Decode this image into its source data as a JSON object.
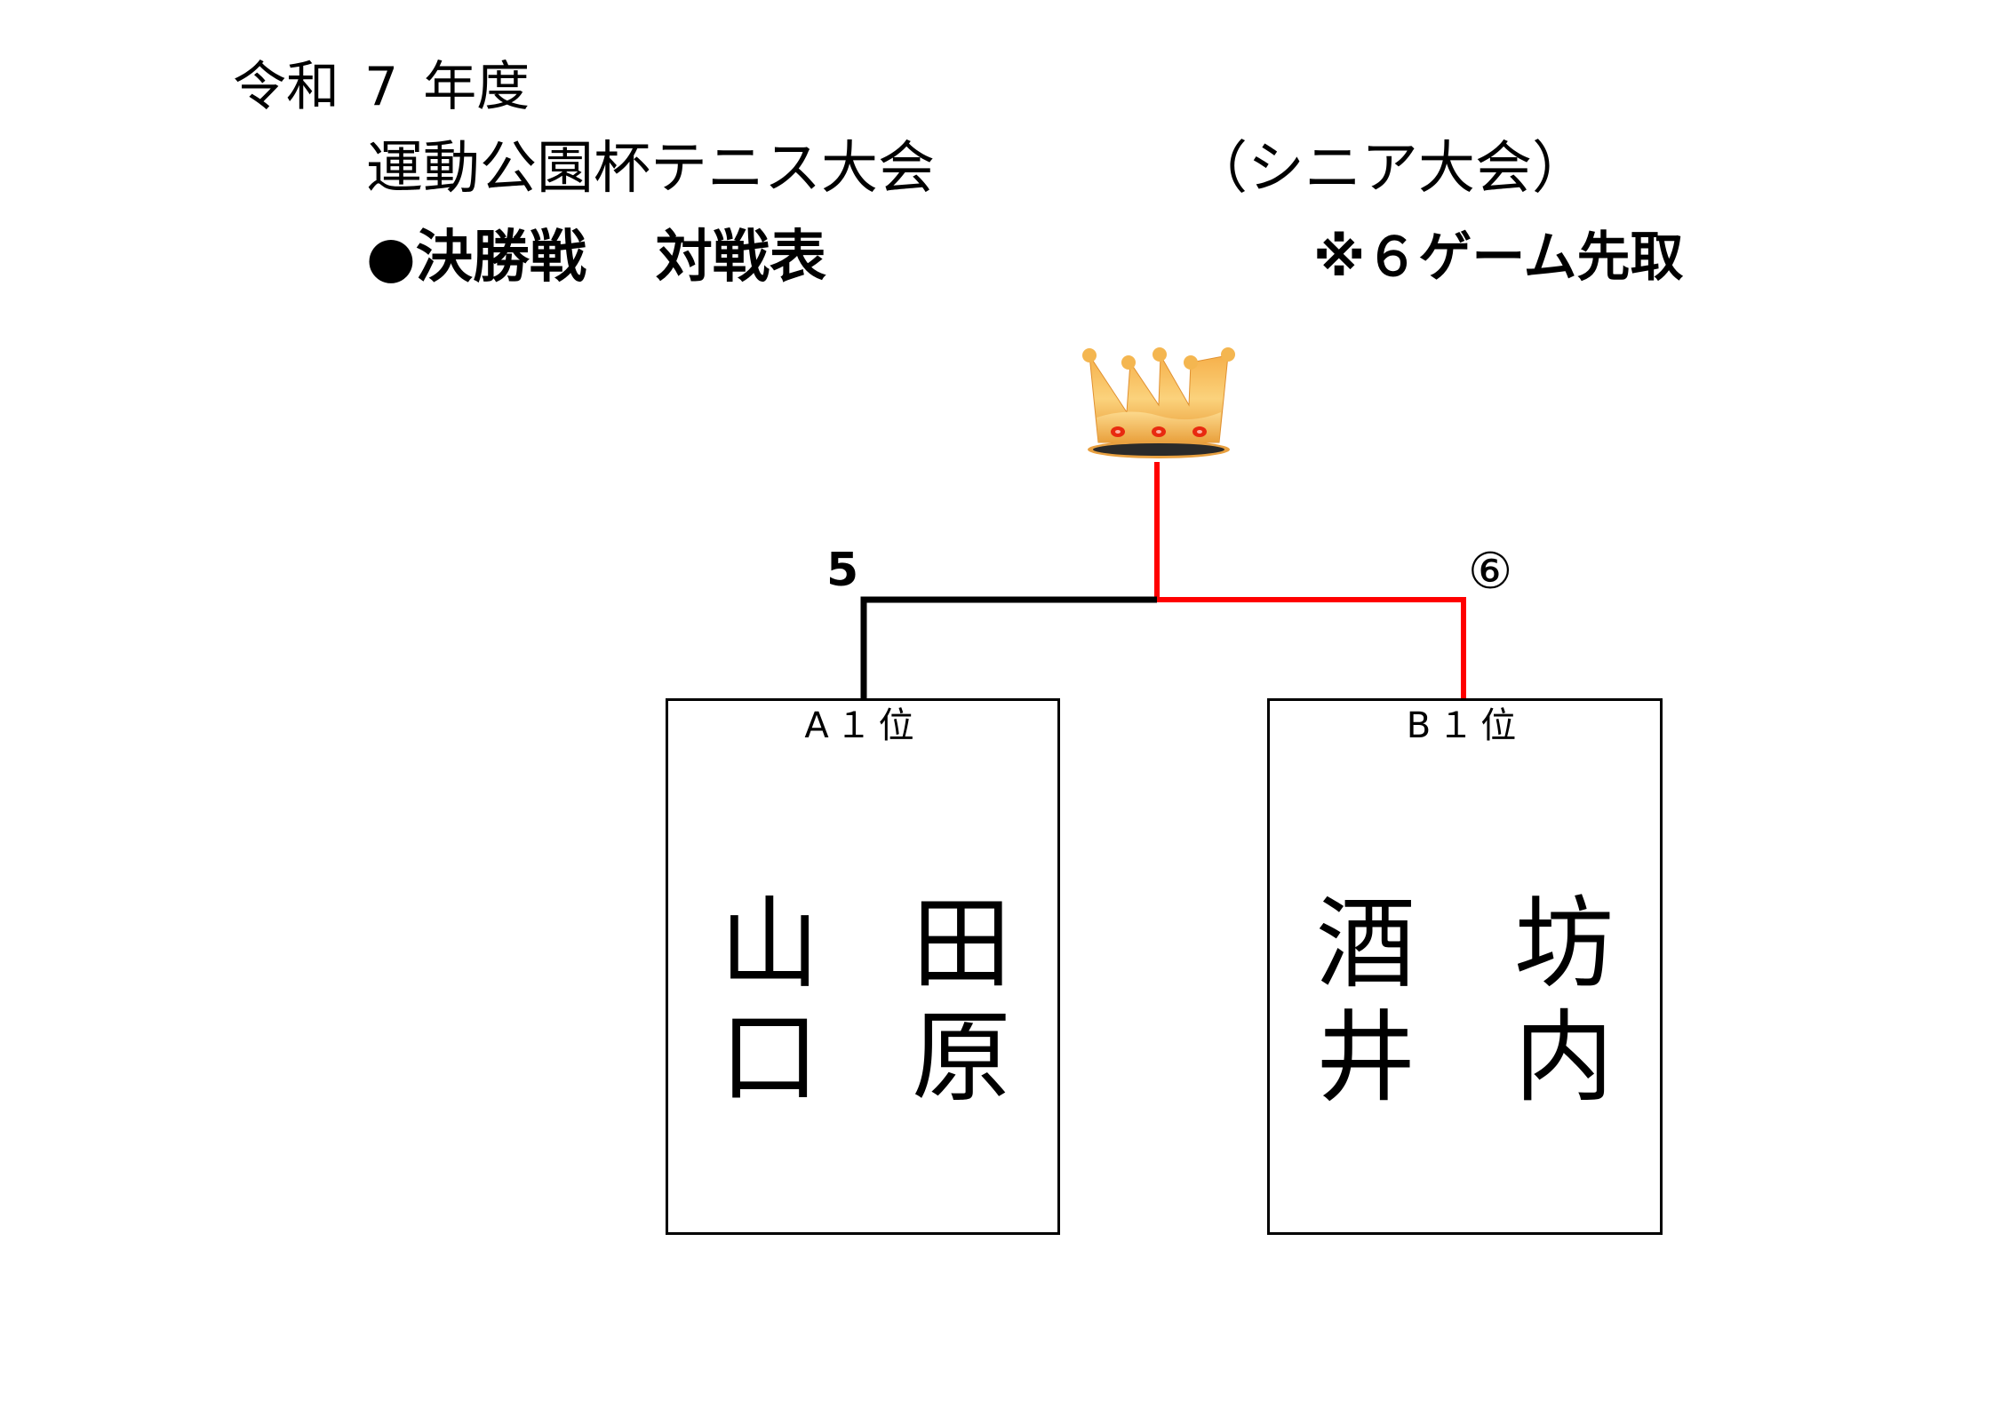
{
  "header": {
    "era": "令和",
    "year": "7",
    "year_suffix": "年度",
    "tournament": "運動公園杯テニス大会",
    "division": "（シニア大会）",
    "round_marker": "●決勝戦",
    "table_label": "対戦表",
    "rule_note": "※６ゲーム先取"
  },
  "bracket": {
    "winner_icon": "crown-icon",
    "winner_color": "#ff0000",
    "loser_color": "#000000",
    "matches": [
      {
        "player_a": {
          "seed": "A１位",
          "score": "5",
          "pair": [
            {
              "surname_top": "山",
              "surname_bottom": "口"
            },
            {
              "surname_top": "田",
              "surname_bottom": "原"
            }
          ],
          "winner": false
        },
        "player_b": {
          "seed": "B１位",
          "score": "⑥",
          "pair": [
            {
              "surname_top": "酒",
              "surname_bottom": "井"
            },
            {
              "surname_top": "坊",
              "surname_bottom": "内"
            }
          ],
          "winner": true
        }
      }
    ]
  }
}
